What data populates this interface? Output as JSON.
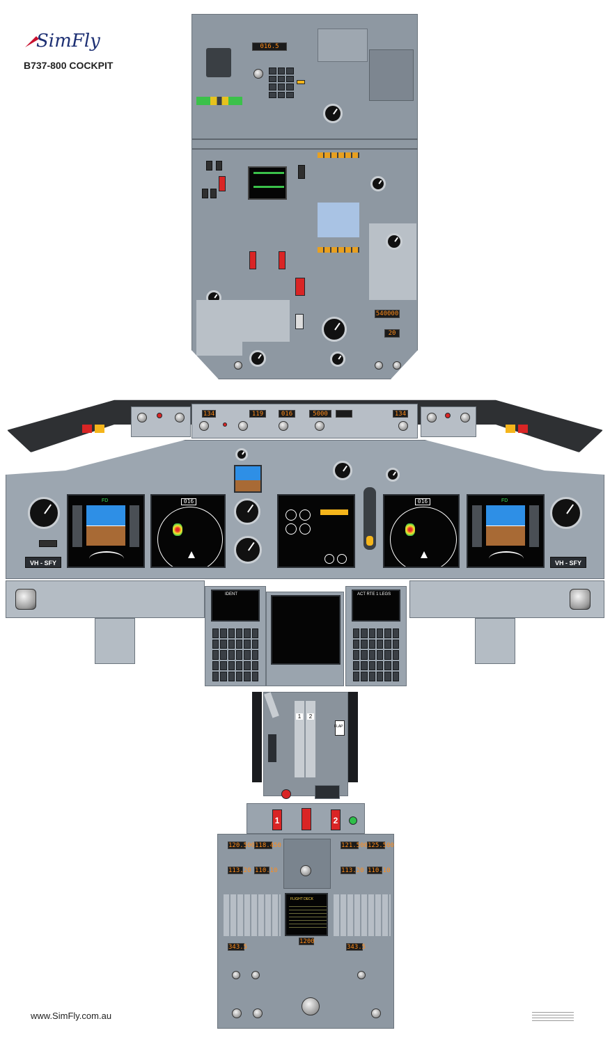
{
  "header": {
    "brand": "SimFly",
    "title": "B737-800 COCKPIT"
  },
  "footer": {
    "website": "www.SimFly.com.au"
  },
  "overhead": {
    "clock_readout": "016.5",
    "altitude_readout": "540000",
    "bottom_readout": "20"
  },
  "glareshield": {
    "course_left": "134",
    "ias_mach": "119",
    "heading": "016",
    "altitude": "5000",
    "course_right": "134"
  },
  "main_panel": {
    "tail_left": "VH - SFY",
    "tail_right": "VH - SFY",
    "pfd_speed_label": "FD",
    "nd_heading": "016",
    "fmc_left_title": "IDENT",
    "fmc_right_title": "ACT RTE 1 LEGS"
  },
  "throttle": {
    "lever_1": "1",
    "lever_2": "2",
    "flap_label": "FLAP",
    "fuel_lever_1": "1",
    "fuel_lever_2": "2"
  },
  "pedestal": {
    "comm_left_active": "120.500",
    "comm_left_standby": "118.450",
    "comm_right_active": "121.500",
    "comm_right_standby": "125.500",
    "nav_left": "113.20",
    "nav_left_stby": "110.10",
    "nav_right": "113.20",
    "nav_right_stby": "110.10",
    "adf_left": "343.5",
    "adf_right": "343.5",
    "transponder": "1200",
    "fire_test_title": "FLIGHT DECK"
  }
}
